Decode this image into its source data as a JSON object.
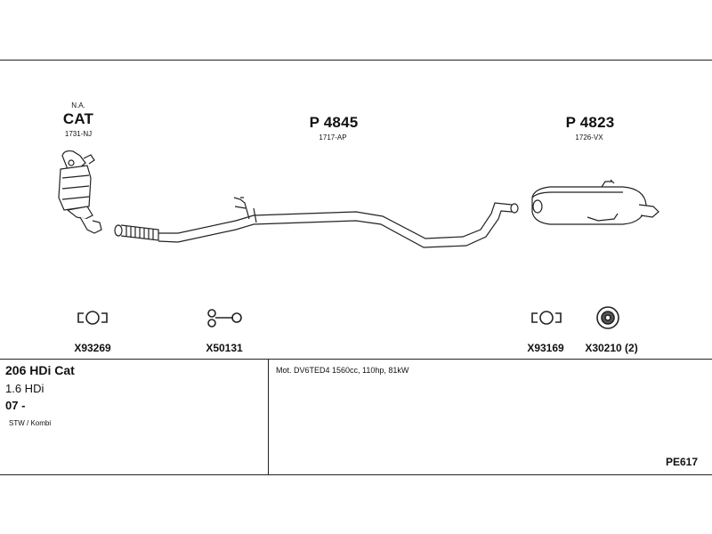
{
  "parts": {
    "cat": {
      "note": "N.A.",
      "name": "CAT",
      "ref": "1731-NJ"
    },
    "middle": {
      "name": "P 4845",
      "ref": "1717-AP"
    },
    "rear": {
      "name": "P 4823",
      "ref": "1726-VX"
    }
  },
  "fittings": [
    {
      "code": "X93269",
      "icon": "clamp-icon"
    },
    {
      "code": "X50131",
      "icon": "hanger-icon"
    },
    {
      "code": "X93169",
      "icon": "clamp-icon"
    },
    {
      "code": "X30210 (2)",
      "icon": "rubber-mount-icon"
    }
  ],
  "vehicle": {
    "model": "206 HDi Cat",
    "engine": "1.6 HDi",
    "year": "07 -",
    "body": "STW / Kombi"
  },
  "motor_info": "Mot. DV6TED4 1560cc, 110hp, 81kW",
  "diagram_code": "PE617"
}
